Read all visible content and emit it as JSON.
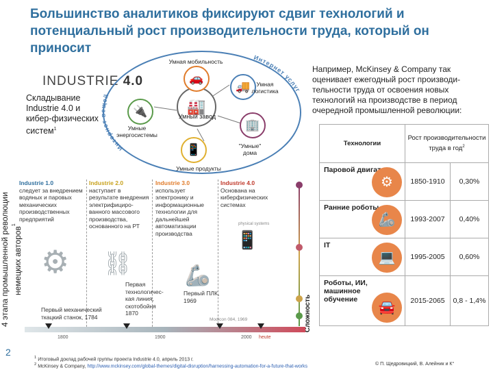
{
  "title": "Большинство аналитиков фиксируют сдвиг технологий и потенциальный рост производительности труда, который он приносит",
  "left_caption": {
    "text": "Складывание Industrie 4.0 и кибер-физических систем",
    "sup": "1"
  },
  "logo": {
    "word": "INDUSTRIE",
    "num": "4.0"
  },
  "circle": {
    "center_label": "Умный завод",
    "nodes": [
      {
        "label": "Умная мобильность",
        "icon": "car-icon"
      },
      {
        "label": "Умная логистика",
        "icon": "truck-icon"
      },
      {
        "label": "\"Умные\" дома",
        "icon": "building-icon"
      },
      {
        "label": "Умные продукты",
        "icon": "phone-icon"
      },
      {
        "label": "Умные энергосистемы",
        "icon": "plug-icon"
      }
    ],
    "arc_top": "Интернет услуг",
    "arc_bottom": "Интернет вещей"
  },
  "right_text": "Например, McKinsey & Company так оценивает ежегодный рост производи-тельности труда от освоения новых технологий на производстве в период очередной промышленной революции:",
  "table": {
    "header_tech": "Технологии",
    "header_growth": "Рост производительности труда в год",
    "header_sup": "2",
    "rows": [
      {
        "tech": "Паровой двигатель",
        "years": "1850-1910",
        "pct": "0,30%"
      },
      {
        "tech": "Ранние роботы",
        "years": "1993-2007",
        "pct": "0,40%"
      },
      {
        "tech": "IT",
        "years": "1995-2005",
        "pct": "0,60%"
      },
      {
        "tech": "Роботы, ИИ, машинное обучение",
        "years": "2015-2065",
        "pct": "0,8  -  1,4%"
      }
    ]
  },
  "vertical_label": "4 этапа промышленной революции немецких авторов",
  "vertical_sup": "1",
  "eras": [
    {
      "head": "Industrie 1.0",
      "body": "следует за внедрением водяных и паровых механических производственных предприятий",
      "color": "#2f6f9e"
    },
    {
      "head": "Industrie 2.0",
      "body": "наступает в результате внедрения электрифициро-ванного массового производства, основанного на РТ",
      "color": "#c8a21e"
    },
    {
      "head": "Industrie 3.0",
      "body": "использует электронику и информационные технологии для дальнейшей автоматизации производства",
      "color": "#e07b2a"
    },
    {
      "head": "Industrie 4.0",
      "body": "Основана на киберфизических системах",
      "color": "#c0392b"
    }
  ],
  "captions": [
    {
      "text": "Первый механический ткацкий станок, 1784"
    },
    {
      "text": "Первая технологичес-кая линия, скотобойня 1870"
    },
    {
      "text": "Первый ПЛК, 1969"
    }
  ],
  "ghost_labels": [
    "Modicon 084, 1969",
    "physical systems"
  ],
  "complexity_label": "Сложность",
  "years": [
    "1800",
    "1900",
    "2000",
    "heute"
  ],
  "page_number": "2",
  "footnotes": [
    {
      "sup": "1",
      "text": "Итоговый доклад рабочей группы проекта Industrie 4.0, апрель 2013 г."
    },
    {
      "sup": "2",
      "text": "McKinsey & Company, ",
      "link": "http://www.mckinsey.com/global-themes/digital-disruption/harnessing-automation-for-a-future-that-works"
    }
  ],
  "copyright": "© П. Щедровицкий, В. Алейник и К°"
}
